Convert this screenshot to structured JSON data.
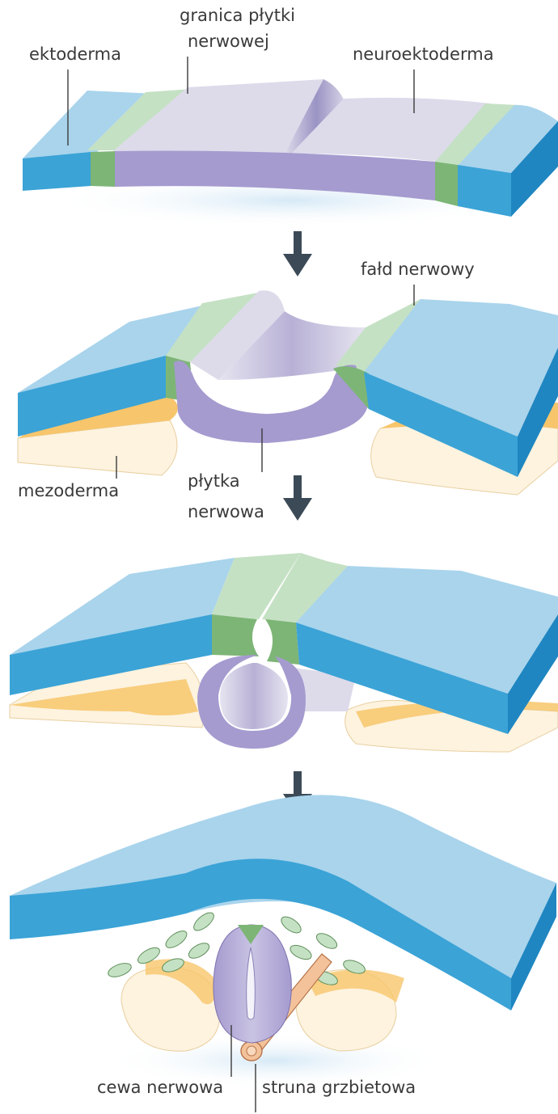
{
  "labels": {
    "ectoderm": "ektoderma",
    "plate_border_1": "granica płytki",
    "plate_border_2": "nerwowej",
    "neuroectoderm": "neuroektoderma",
    "neural_fold": "fałd nerwowy",
    "mesoderm": "mezoderma",
    "neural_plate_1": "płytka",
    "neural_plate_2": "nerwowa",
    "neural_tube": "cewa nerwowa",
    "notochord": "struna grzbietowa"
  },
  "stages": [
    "neural-plate",
    "neural-folds",
    "fold-closure",
    "neural-tube"
  ],
  "colors": {
    "ectoderm_top": "#a9d4ec",
    "ectoderm_side": "#3ba3d6",
    "border_top": "#c5e1c4",
    "border_side": "#7db576",
    "neuroectoderm_top": "#dddbea",
    "neuroectoderm_side": "#a59bcf",
    "mesoderm_light": "#fdf3df",
    "mesoderm_dark": "#f7c56b",
    "notochord": "#f3c29a",
    "arrow": "#3c4a57"
  }
}
